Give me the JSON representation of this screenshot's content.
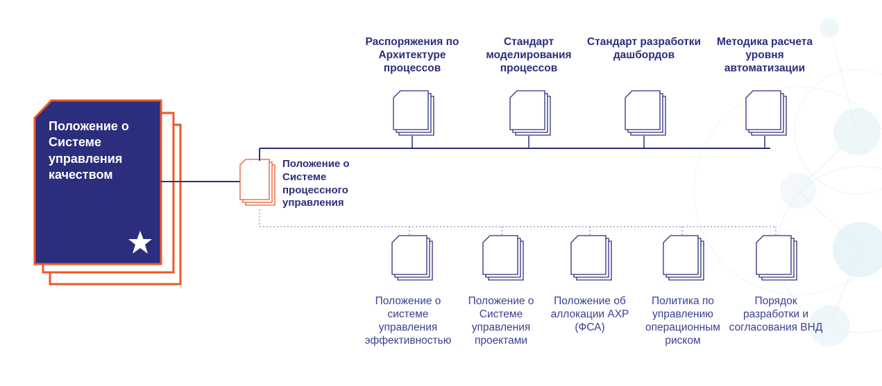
{
  "colors": {
    "navy": "#2b2e7c",
    "orange": "#e8582a",
    "decor": "#cfe7ef"
  },
  "main_document": {
    "title": "Положение о Системе управления качеством",
    "icon": "star-icon"
  },
  "central_document": {
    "title": "Положение о Системе процессного управления"
  },
  "top_documents": [
    {
      "label": "Распоряжения по Архитектуре процессов"
    },
    {
      "label": "Стандарт моделирования процессов"
    },
    {
      "label": "Стандарт разработки дашбордов"
    },
    {
      "label": "Методика расчета уровня автоматизации"
    }
  ],
  "bottom_documents": [
    {
      "label": "Положение о системе управления эффективностью"
    },
    {
      "label": "Положение о Системе управления проектами"
    },
    {
      "label": "Положение об аллокации АХР (ФСА)"
    },
    {
      "label": "Политика по управлению операционным риском"
    },
    {
      "label": "Порядок разработки и согласования ВНД"
    }
  ]
}
